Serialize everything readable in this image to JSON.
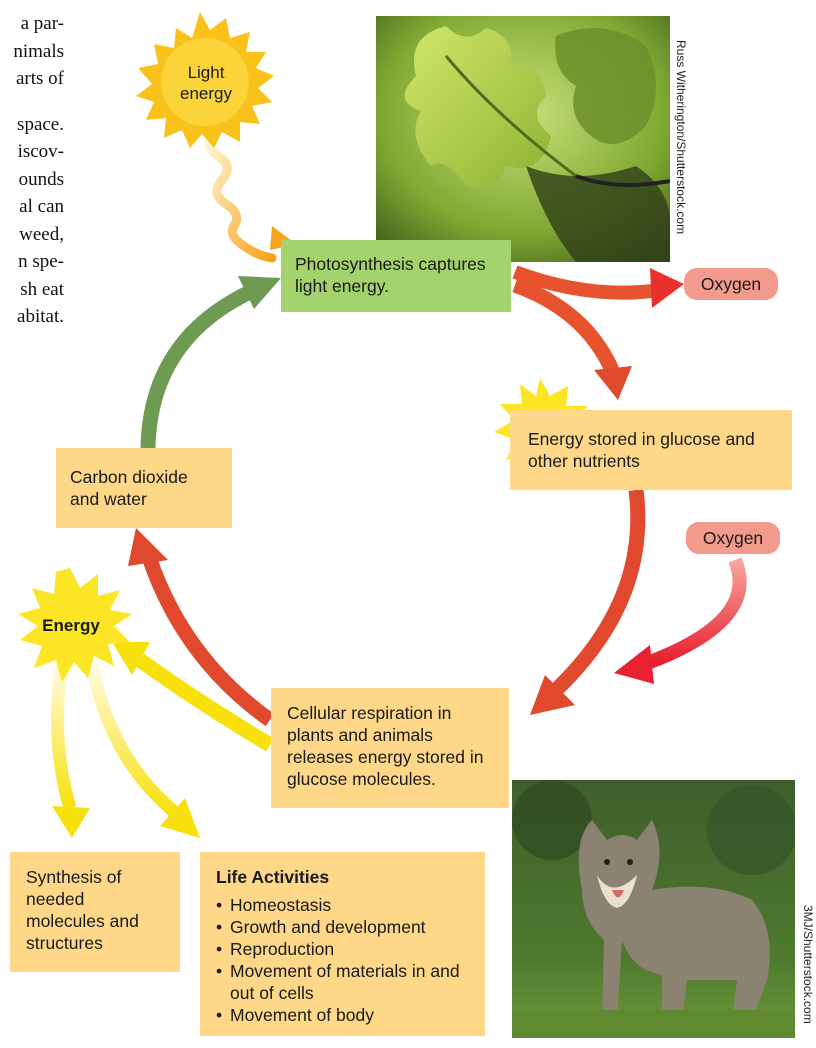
{
  "body_text_lines": [
    "a par-",
    "nimals",
    "arts of",
    "",
    "space.",
    "iscov-",
    "ounds",
    "al can",
    "weed,",
    "n spe-",
    "sh eat",
    "abitat."
  ],
  "sun_label": "Light energy",
  "photosynthesis_label": "Photosynthesis captures light energy.",
  "oxygen_top": "Oxygen",
  "glucose_label": "Energy stored in glucose and other nutrients",
  "oxygen_right": "Oxygen",
  "co2_label": "Carbon dioxide and water",
  "energy_burst_label": "Energy",
  "respiration_label": "Cellular respiration in plants and animals releases energy stored in glucose molecules.",
  "synthesis_label": "Synthesis of needed molecules and structures",
  "life_activities": {
    "title": "Life Activities",
    "items": [
      "Homeostasis",
      "Growth and development",
      "Reproduction",
      "Movement of materials in and out of cells",
      "Movement of body"
    ]
  },
  "credit_leaf": "Russ Witherington/Shutterstock.com",
  "credit_wolf": "3MJ/Shutterstock.com",
  "colors": {
    "box_orange": "#fed788",
    "box_green": "#a4d26c",
    "oxygen_pill": "#f29a8c",
    "arrow_red": "#e0492d",
    "arrow_green": "#6f9a52",
    "arrow_yellow": "#f7e00b",
    "sun": "#f9c21a"
  },
  "icons": [
    "sun-icon",
    "starburst-icon",
    "leaf-photo",
    "wolf-photo"
  ]
}
